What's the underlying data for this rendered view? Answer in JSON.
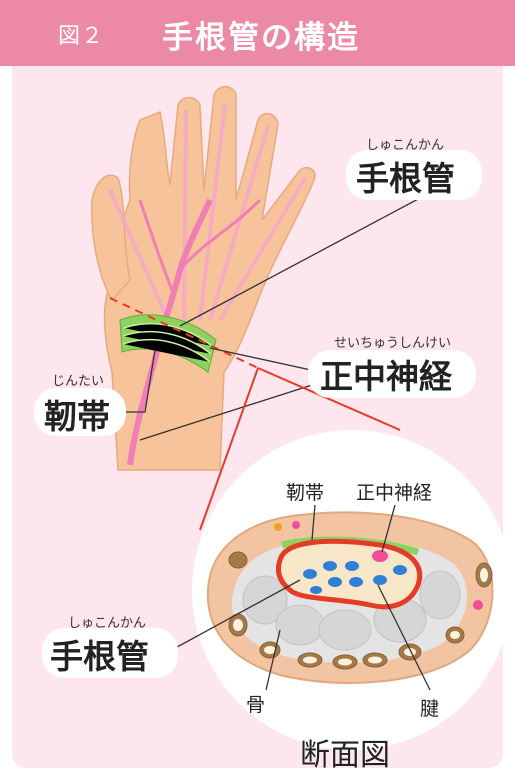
{
  "header": {
    "figure_label": "図２",
    "title": "手根管の構造"
  },
  "labels": {
    "carpal_tunnel_top": {
      "ruby": "しゅこんかん",
      "text": "手根管"
    },
    "median_nerve": {
      "ruby": "せいちゅうしんけい",
      "text": "正中神経"
    },
    "ligament": {
      "ruby": "じんたい",
      "text": "靭帯"
    },
    "carpal_tunnel_bottom": {
      "ruby": "しゅこんかん",
      "text": "手根管"
    },
    "cs_ligament": "靭帯",
    "cs_median_nerve": "正中神経",
    "bone": "骨",
    "tendon": "腱",
    "cross_section": "断面図"
  },
  "colors": {
    "header": "#ec8aa5",
    "panel": "#fde6ee",
    "skin": "#f6c39a",
    "nerve": "#ef7fb4",
    "ligament": "#8fd15e",
    "tunnel_outline": "#e53c2a",
    "tendon": "#2f7fd6"
  }
}
